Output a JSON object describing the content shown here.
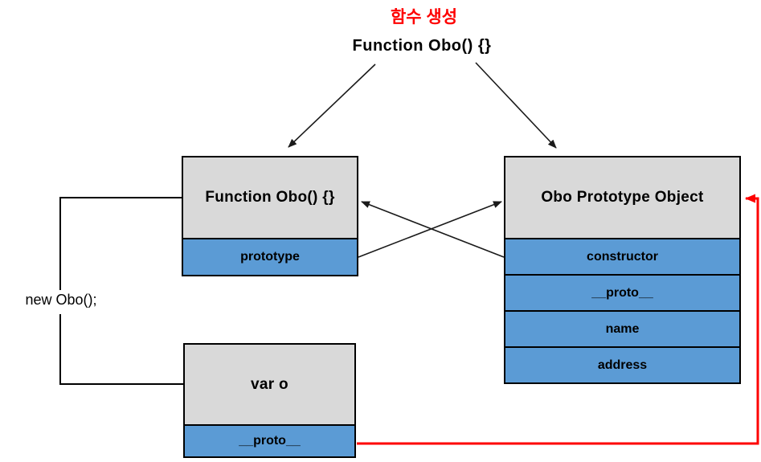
{
  "title": "함수 생성",
  "subtitle": "Function Obo() {}",
  "left_label": "new Obo();",
  "boxes": {
    "function_box": {
      "title": "Function Obo() {}",
      "rows": [
        "prototype"
      ]
    },
    "prototype_box": {
      "title": "Obo Prototype Object",
      "rows": [
        "constructor",
        "__proto__",
        "name",
        "address"
      ]
    },
    "instance_box": {
      "title": "var o",
      "rows": [
        "__proto__"
      ]
    }
  },
  "colors": {
    "header_fill": "#d9d9d9",
    "row_fill": "#5b9bd5",
    "border": "#000000",
    "arrow": "#1a1a1a",
    "red_arrow": "#fe0000",
    "title_color": "#fe0000"
  }
}
